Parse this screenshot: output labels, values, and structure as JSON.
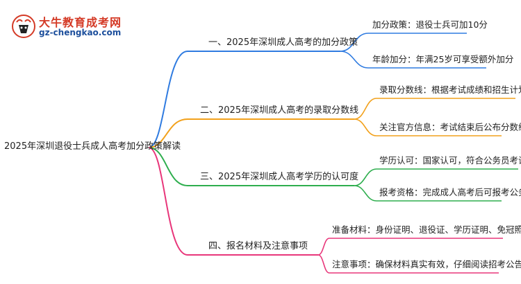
{
  "logo": {
    "title": "大牛教育成考网",
    "url": "gz-chengkao.com"
  },
  "root": "2025年深圳退役士兵成人高考加分政策解读",
  "branches": [
    {
      "label": "一、2025年深圳成人高考的加分政策",
      "color": "#2f7be0",
      "leaves": [
        "加分政策：退役士兵可加10分",
        "年龄加分：年满25岁可享受额外加分"
      ]
    },
    {
      "label": "二、2025年深圳成人高考的录取分数线",
      "color": "#f2a11c",
      "leaves": [
        "录取分数线：根据考试成绩和招生计划",
        "关注官方信息：考试结束后公布分数线"
      ]
    },
    {
      "label": "三、2025年深圳成人高考学历的认可度",
      "color": "#2eae4e",
      "leaves": [
        "学历认可：国家认可，符合公务员考试要求",
        "报考资格：完成成人高考后可报考公务员"
      ]
    },
    {
      "label": "四、报名材料及注意事项",
      "color": "#e8367a",
      "leaves": [
        "准备材料：身份证明、退役证、学历证明、免冠照片",
        "注意事项：确保材料真实有效，仔细阅读招考公告"
      ]
    }
  ]
}
